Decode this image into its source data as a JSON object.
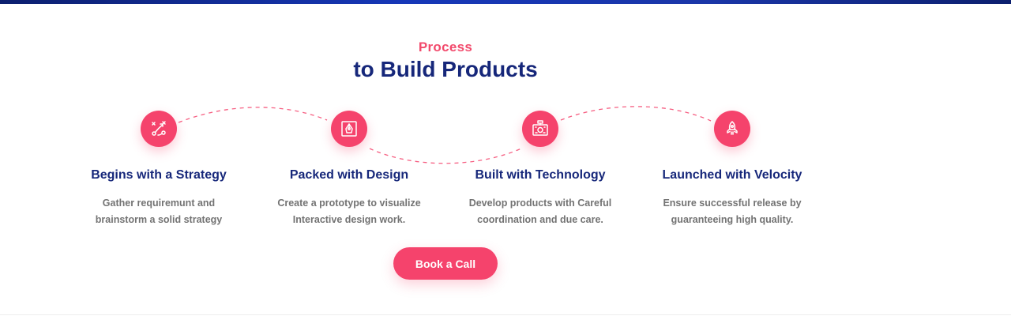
{
  "header": {
    "eyebrow": "Process",
    "title": "to Build Products"
  },
  "steps": [
    {
      "title": "Begins with a Strategy",
      "description": "Gather requiremunt and brainstorm a solid strategy",
      "icon": "strategy-icon"
    },
    {
      "title": "Packed with Design",
      "description": "Create a prototype to visualize Interactive design work.",
      "icon": "pen-tool-icon"
    },
    {
      "title": "Built with Technology",
      "description": "Develop products with Careful coordination and due care.",
      "icon": "technology-icon"
    },
    {
      "title": "Launched with Velocity",
      "description": "Ensure successful release by guaranteeing high quality.",
      "icon": "rocket-icon"
    }
  ],
  "cta": {
    "label": "Book a Call"
  },
  "colors": {
    "accent": "#f5436c",
    "heading": "#16277a",
    "body_text": "#737373"
  }
}
